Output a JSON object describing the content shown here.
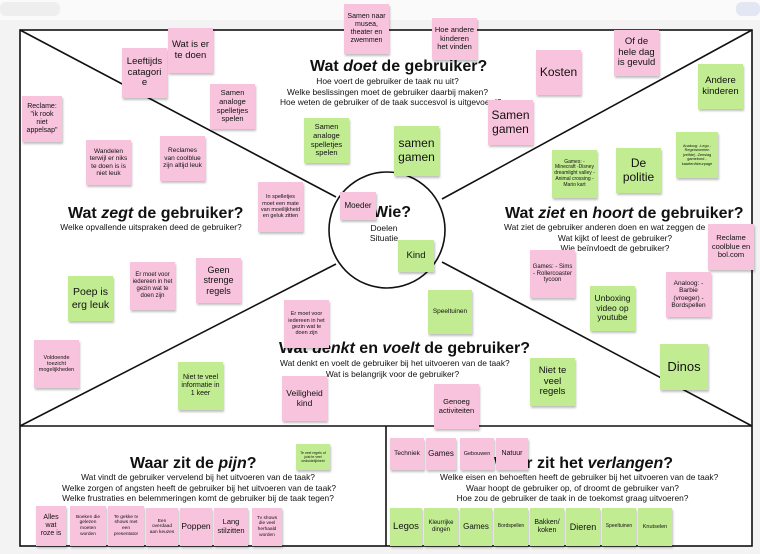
{
  "colors": {
    "pink": "#f8c4dd",
    "green": "#c2ec92",
    "line": "#111111",
    "board": "#ffffff"
  },
  "center": {
    "title": "Wie?",
    "subtitle_lines": [
      "Doelen",
      "Situatie"
    ]
  },
  "sections": {
    "doet": {
      "title_pre": "Wat ",
      "title_em": "doet",
      "title_post": " de gebruiker?",
      "questions": [
        "Hoe voert de gebruiker de taak nu uit?",
        "Welke beslissingen moet de gebruiker daarbij maken?",
        "Hoe weten de gebruiker of de taak succesvol is uitgevoerd?"
      ]
    },
    "zegt": {
      "title_pre": "Wat ",
      "title_em": "zegt",
      "title_post": " de gebruiker?",
      "questions": [
        "Welke opvallende uitspraken deed de gebruiker?"
      ]
    },
    "ziet": {
      "title_pre": "Wat ",
      "title_em": "ziet",
      "title_mid": " en ",
      "title_em2": "hoort",
      "title_post": " de gebruiker?",
      "questions": [
        "Wat ziet de gebruiker anderen doen en wat zeggen de anderen?",
        "Wat kijkt of leest de gebruiker?",
        "Wie beïnvloedt de gebruiker?"
      ]
    },
    "denkt": {
      "title_pre": "Wat ",
      "title_em": "denkt",
      "title_mid": " en ",
      "title_em2": "voelt",
      "title_post": " de gebruiker?",
      "questions": [
        "Wat denkt en voelt de gebruiker bij het uitvoeren van de taak?",
        "Wat is belangrijk voor de gebruiker?"
      ]
    },
    "pijn": {
      "title_pre": "Waar zit de ",
      "title_em": "pijn",
      "title_post": "?",
      "questions": [
        "Wat vindt de gebruiker vervelend bij het uitvoeren van de taak?",
        "Welke zorgen of angsten heeft de gebruiker bij het uitvoeren van de taak?",
        "Welke frustraties en belemmeringen komt de gebruiker bij de taak tegen?"
      ]
    },
    "verlangen": {
      "title_pre": "Waar zit het ",
      "title_em": "verlangen",
      "title_post": "?",
      "questions": [
        "Welke eisen en behoeften heeft de gebruiker bij het uitvoeren van de taak?",
        "Waar hoopt de gebruiker op, of droomt de gebruiker van?",
        "Hoe zou de gebruiker de taak in de toekomst graag uitvoeren?"
      ]
    }
  },
  "notes": [
    {
      "id": "note-leeftijdscategorie",
      "text": "Leeftijds catagori e",
      "color": "pink"
    },
    {
      "id": "note-wat-is-er-te-doen",
      "text": "Wat is er te doen",
      "color": "pink"
    },
    {
      "id": "note-samen-naar-musea",
      "text": "Samen naar musea, theater en zwemmen",
      "color": "pink"
    },
    {
      "id": "note-hoe-andere-kinderen",
      "text": "Hoe andere kinderen het vinden",
      "color": "pink"
    },
    {
      "id": "note-of-de-hele-dag",
      "text": "Of de hele dag is gevuld",
      "color": "pink"
    },
    {
      "id": "note-kosten",
      "text": "Kosten",
      "color": "pink"
    },
    {
      "id": "note-andere-kinderen",
      "text": "Andere kinderen",
      "color": "green"
    },
    {
      "id": "note-samen-gamen-pink",
      "text": "Samen gamen",
      "color": "pink"
    },
    {
      "id": "note-samen-analoge-pink",
      "text": "Samen analoge spelletjes spelen",
      "color": "pink"
    },
    {
      "id": "note-samen-analoge-green",
      "text": "Samen analoge spelletjes spelen",
      "color": "green"
    },
    {
      "id": "note-samen-gamen-green",
      "text": "samen gamen",
      "color": "green"
    },
    {
      "id": "note-reclame-ik-rook",
      "text": "Reclame: \"ik rook niet appelsap\"",
      "color": "pink"
    },
    {
      "id": "note-wandelen",
      "text": "Wandelen terwijl er niks te doen is is niet leuk",
      "color": "pink"
    },
    {
      "id": "note-reclames-coolblue",
      "text": "Reclames van coolblue zijn altijd leuk",
      "color": "pink"
    },
    {
      "id": "note-in-spelletjes",
      "text": "In spelletjes moet een mate van moeilijkheid en geluk zitten",
      "color": "pink"
    },
    {
      "id": "note-moeder",
      "text": "Moeder",
      "color": "pink"
    },
    {
      "id": "note-kind",
      "text": "Kind",
      "color": "green"
    },
    {
      "id": "note-games-minecraft",
      "text": "Games: -Minecraft -Disney dreamlight valley -Animal crossing -Mario kart",
      "color": "green"
    },
    {
      "id": "note-de-politie",
      "text": "De politie",
      "color": "green"
    },
    {
      "id": "note-analoog-green",
      "text": "Analoog: -Lego -Regenwormen (zelfde) -Zeeslag gamebord -kaarten/kleurpage",
      "color": "green"
    },
    {
      "id": "note-reclame-coolblue",
      "text": "Reclame coolblue en bol.com",
      "color": "pink"
    },
    {
      "id": "note-er-moet-voor-iedereen-1",
      "text": "Er moet voor iedereen in het gezin wat te doen zijn",
      "color": "pink"
    },
    {
      "id": "note-geen-strenge-regels",
      "text": "Geen strenge regels",
      "color": "pink"
    },
    {
      "id": "note-poep-is-erg-leuk",
      "text": "Poep is erg leuk",
      "color": "green"
    },
    {
      "id": "note-games-sims",
      "text": "Games: - Sims - Rollercoaster tycoon",
      "color": "pink"
    },
    {
      "id": "note-unboxing",
      "text": "Unboxing video op youtube",
      "color": "green"
    },
    {
      "id": "note-analoog-barbie",
      "text": "Analoog: -Barbie (vroeger) - Bordspellen",
      "color": "pink"
    },
    {
      "id": "note-speeltuinen",
      "text": "Speeltuinen",
      "color": "green"
    },
    {
      "id": "note-er-moet-voor-iedereen-2",
      "text": "Er moet voor iedereen in het gezin wat te doen zijn",
      "color": "pink"
    },
    {
      "id": "note-voldoende-toezicht",
      "text": "Voldoende toezicht mogelijkheden",
      "color": "pink"
    },
    {
      "id": "note-niet-te-veel-informatie",
      "text": "Niet te veel informatie in 1 keer",
      "color": "green"
    },
    {
      "id": "note-veiligheid-kind",
      "text": "Veiligheid kind",
      "color": "pink"
    },
    {
      "id": "note-genoeg-activiteiten",
      "text": "Genoeg activiteiten",
      "color": "pink"
    },
    {
      "id": "note-niet-te-veel-regels",
      "text": "Niet te veel regels",
      "color": "green"
    },
    {
      "id": "note-dinos",
      "text": "Dinos",
      "color": "green"
    },
    {
      "id": "note-te-veel-regels",
      "text": "Te veel regels of juist te veel onduidelijkheid",
      "color": "green"
    },
    {
      "id": "note-alles-wat-roze-is",
      "text": "Alles wat roze is",
      "color": "pink"
    },
    {
      "id": "note-boeken",
      "text": "Boeken die gelezen moeten worden",
      "color": "pink"
    },
    {
      "id": "note-te-gekke-tv-shows",
      "text": "Te gekke tv shows met een presentator",
      "color": "pink"
    },
    {
      "id": "note-een-overdaad",
      "text": "Een overdaad aan keuzes",
      "color": "pink"
    },
    {
      "id": "note-poppen",
      "text": "Poppen",
      "color": "pink"
    },
    {
      "id": "note-lang-stilzitten",
      "text": "Lang stilzitten",
      "color": "pink"
    },
    {
      "id": "note-tv-shows-herhaald",
      "text": "Tv shows die veel herhaald worden",
      "color": "pink"
    },
    {
      "id": "note-techniek",
      "text": "Techniek",
      "color": "pink"
    },
    {
      "id": "note-games-pink",
      "text": "Games",
      "color": "pink"
    },
    {
      "id": "note-gebouwen",
      "text": "Gebouwen",
      "color": "pink"
    },
    {
      "id": "note-natuur",
      "text": "Natuur",
      "color": "pink"
    },
    {
      "id": "note-legos",
      "text": "Legos",
      "color": "green"
    },
    {
      "id": "note-kleurrijke-dingen",
      "text": "Kleurrijke dingen",
      "color": "green"
    },
    {
      "id": "note-games-green",
      "text": "Games",
      "color": "green"
    },
    {
      "id": "note-bordspellen",
      "text": "Bordspellen",
      "color": "green"
    },
    {
      "id": "note-bakken-koken",
      "text": "Bakken/ koken",
      "color": "green"
    },
    {
      "id": "note-dieren",
      "text": "Dieren",
      "color": "green"
    },
    {
      "id": "note-speeltuinen-2",
      "text": "Speeltuinen",
      "color": "green"
    },
    {
      "id": "note-knutselen",
      "text": "Knutselen",
      "color": "green"
    }
  ]
}
